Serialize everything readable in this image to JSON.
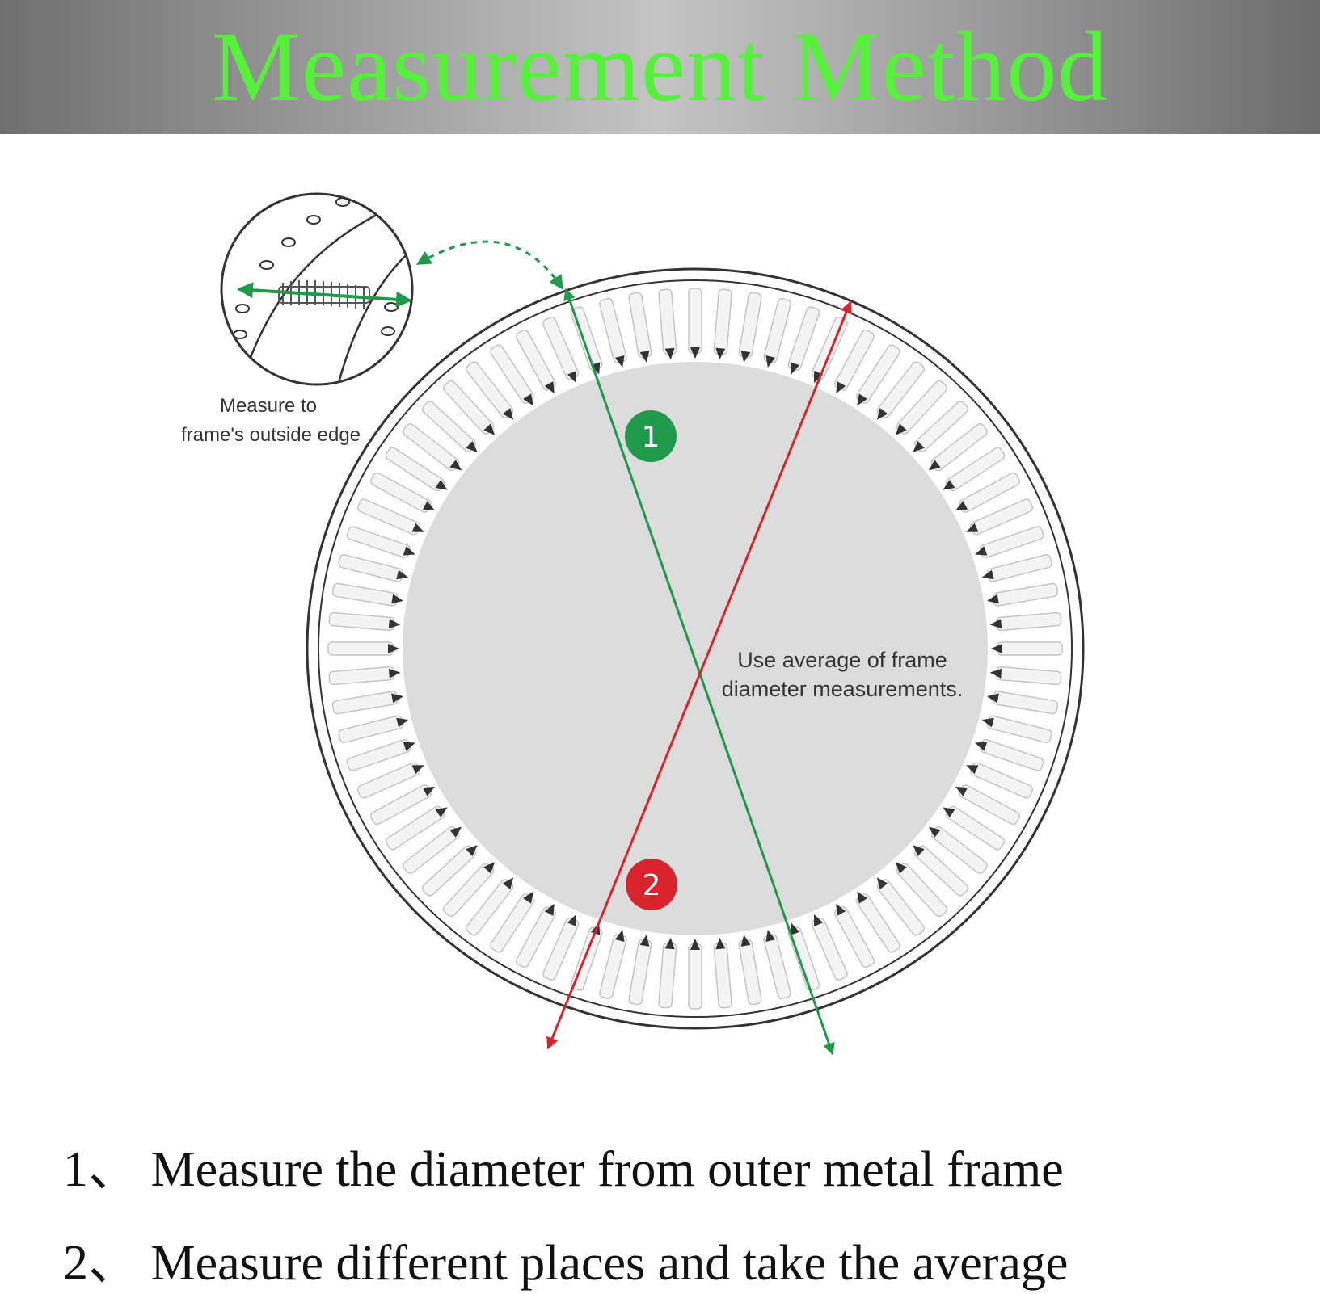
{
  "header": {
    "title": "Measurement Method"
  },
  "diagram": {
    "inset_label_line1": "Measure to",
    "inset_label_line2": "frame's outside edge",
    "center_label_line1": "Use average of frame",
    "center_label_line2": "diameter measurements.",
    "badge_1": "1",
    "badge_2": "2",
    "colors": {
      "green": "#1e9a4a",
      "red": "#d9242e",
      "mat": "#dcdcdd",
      "outline": "#333333",
      "title_green": "#55f23a"
    }
  },
  "steps": [
    {
      "text": "1、 Measure the diameter from outer metal frame"
    },
    {
      "text": "2、 Measure different places and take the average"
    }
  ]
}
